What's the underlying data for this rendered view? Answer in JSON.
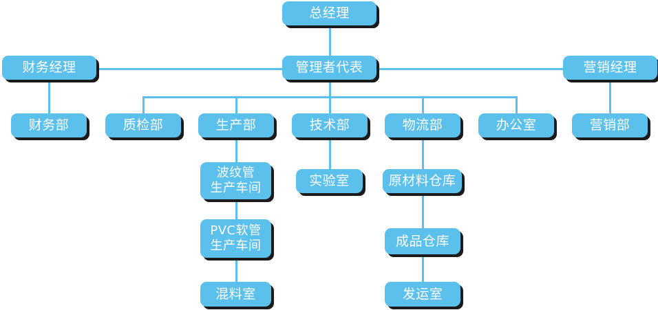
{
  "chart_title": "",
  "colors": {
    "node_fill": "#5cc0ec",
    "node_text": "#ffffff",
    "connector": "#5cc0ec",
    "shadow": "#1a1a1a",
    "background": "#ffffff"
  },
  "org": {
    "root": {
      "id": "general-manager",
      "label": "总经理"
    },
    "level2": [
      {
        "id": "finance-manager",
        "label": "财务经理"
      },
      {
        "id": "management-representative",
        "label": "管理者代表"
      },
      {
        "id": "marketing-manager",
        "label": "营销经理"
      }
    ],
    "level3": [
      {
        "id": "finance-department",
        "label": "财务部",
        "parent": "finance-manager"
      },
      {
        "id": "quality-inspection-department",
        "label": "质检部",
        "parent": "management-representative"
      },
      {
        "id": "production-department",
        "label": "生产部",
        "parent": "management-representative"
      },
      {
        "id": "technology-department",
        "label": "技术部",
        "parent": "management-representative"
      },
      {
        "id": "logistics-department",
        "label": "物流部",
        "parent": "management-representative"
      },
      {
        "id": "office",
        "label": "办公室",
        "parent": "management-representative"
      },
      {
        "id": "marketing-department",
        "label": "营销部",
        "parent": "marketing-manager"
      }
    ],
    "level4": [
      {
        "id": "corrugated-pipe-workshop",
        "label": "波纹管\n生产车间",
        "parent": "production-department"
      },
      {
        "id": "laboratory",
        "label": "实验室",
        "parent": "technology-department"
      },
      {
        "id": "raw-material-warehouse",
        "label": "原材料仓库",
        "parent": "logistics-department"
      }
    ],
    "level5": [
      {
        "id": "pvc-hose-workshop",
        "label": "PVC软管\n生产车间",
        "parent": "corrugated-pipe-workshop"
      },
      {
        "id": "finished-goods-warehouse",
        "label": "成品仓库",
        "parent": "raw-material-warehouse"
      }
    ],
    "level6": [
      {
        "id": "mixing-room",
        "label": "混料室",
        "parent": "pvc-hose-workshop"
      },
      {
        "id": "shipping-room",
        "label": "发运室",
        "parent": "finished-goods-warehouse"
      }
    ]
  }
}
